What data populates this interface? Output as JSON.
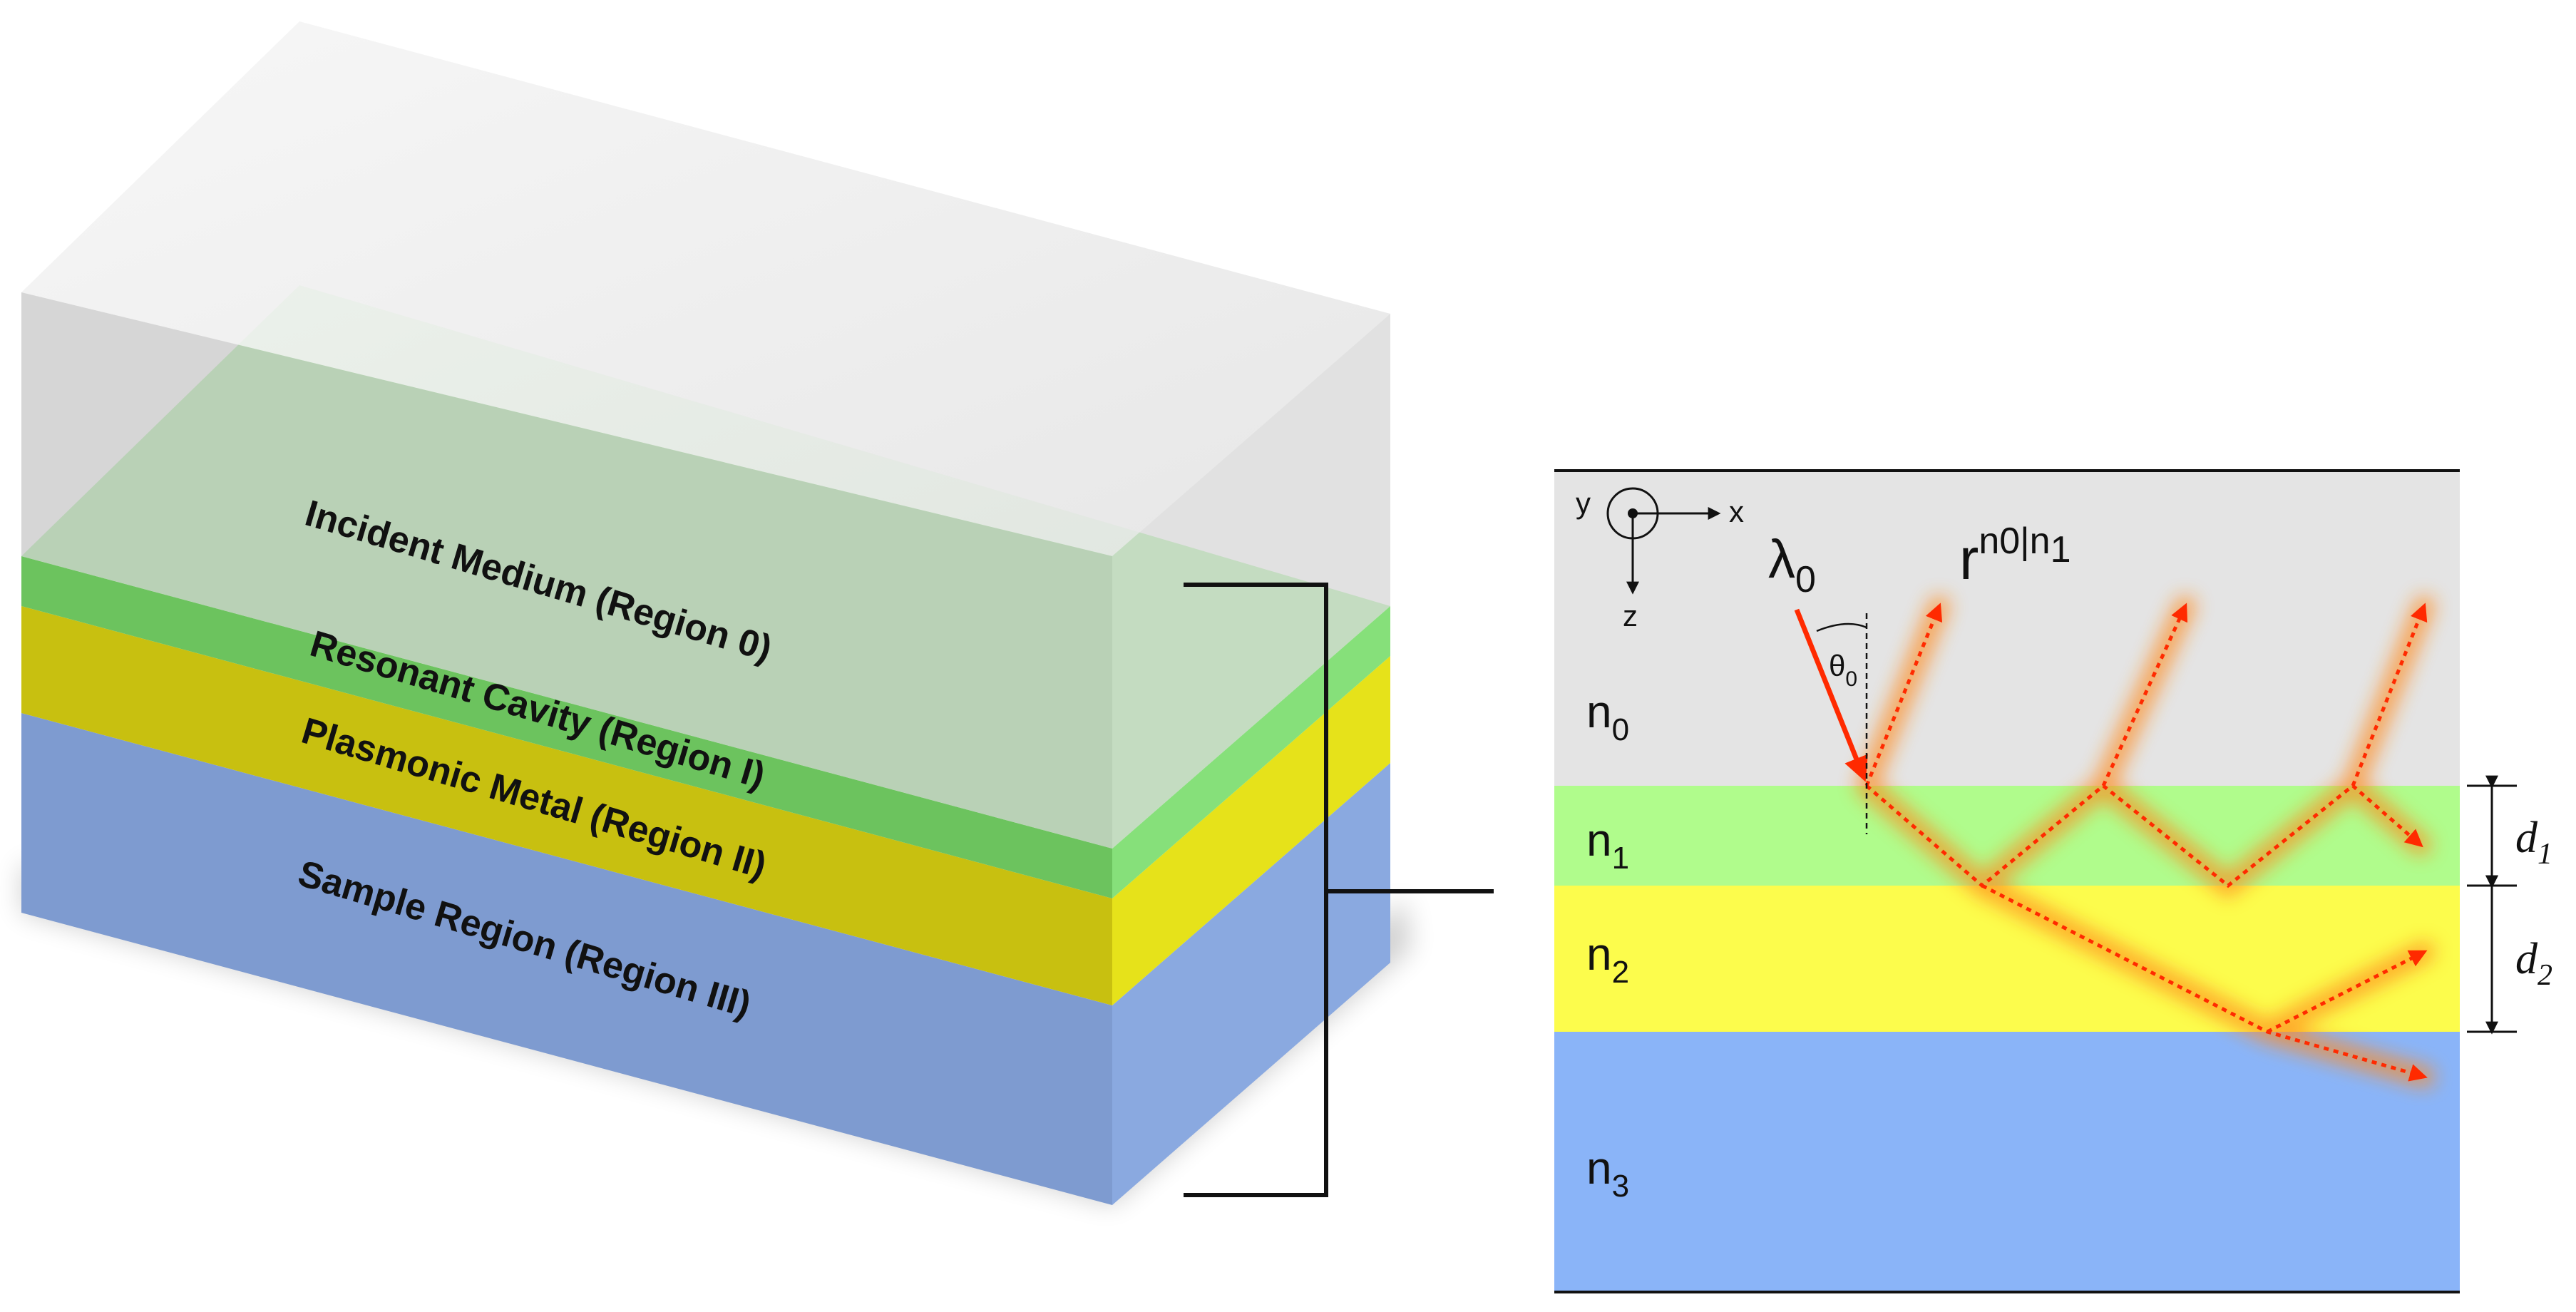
{
  "layer_stack": {
    "labels": {
      "region0": "Incident Medium (Region 0)",
      "region1": "Resonant Cavity  (Region I)",
      "region2": "Plasmonic Metal (Region II)",
      "region3": "Sample Region (Region III)"
    },
    "colors": {
      "incident": "#c9c9c9",
      "cavity": "#86e07a",
      "metal": "#e6e21a",
      "sample": "#7e9bd0"
    }
  },
  "cross_section": {
    "axes": {
      "y": "y",
      "x": "x",
      "z": "z"
    },
    "wavelength": {
      "symbol": "λ",
      "sub": "0"
    },
    "angle": {
      "symbol": "θ",
      "sub": "0"
    },
    "reflection": {
      "base": "r",
      "sup1": "n",
      "sub1": "0",
      "sep": "|",
      "sup2": "n",
      "sub2": "1"
    },
    "indices": [
      {
        "base": "n",
        "sub": "0"
      },
      {
        "base": "n",
        "sub": "1"
      },
      {
        "base": "n",
        "sub": "2"
      },
      {
        "base": "n",
        "sub": "3"
      }
    ],
    "thickness": [
      {
        "base": "d",
        "sub": "1"
      },
      {
        "base": "d",
        "sub": "2"
      }
    ],
    "colors": {
      "n0": "#e4e4e4",
      "n1": "#b0fc8c",
      "n2": "#fcfc4c",
      "n3": "#8ab4f8",
      "ray": "#ff2a00",
      "glow": "#ff8a1e"
    }
  }
}
